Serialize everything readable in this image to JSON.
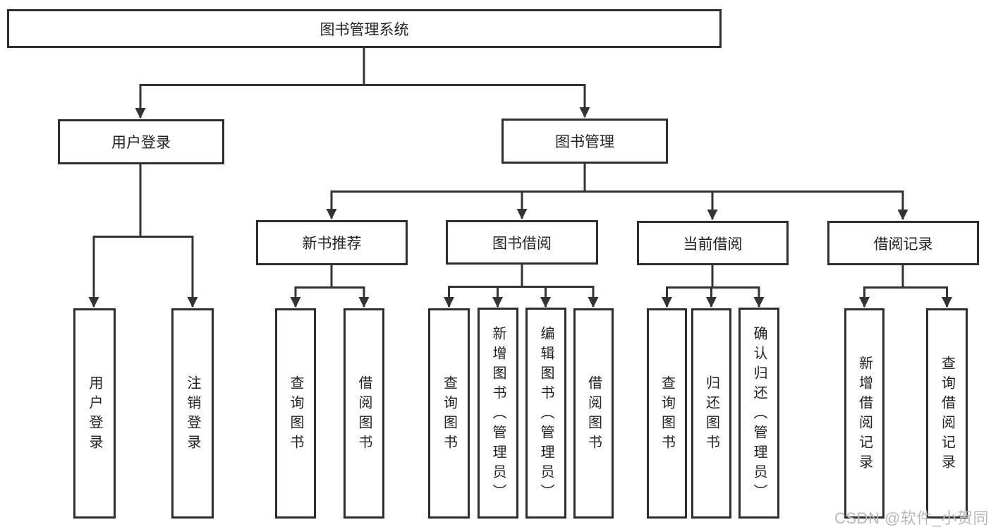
{
  "diagram": {
    "title": "图书管理系统",
    "nodes": {
      "root": {
        "label": "图书管理系统"
      },
      "login": {
        "label": "用户登录"
      },
      "mgmt": {
        "label": "图书管理"
      },
      "newbook": {
        "label": "新书推荐"
      },
      "borrow": {
        "label": "图书借阅"
      },
      "current": {
        "label": "当前借阅"
      },
      "records": {
        "label": "借阅记录"
      },
      "login_user": {
        "label": "用户登录"
      },
      "login_logout": {
        "label": "注销登录"
      },
      "newbook_query": {
        "label": "查询图书"
      },
      "newbook_borrow": {
        "label": "借阅图书"
      },
      "borrow_query": {
        "label": "查询图书"
      },
      "borrow_add": {
        "label": "新增图书（管理员）"
      },
      "borrow_edit": {
        "label": "编辑图书（管理员）"
      },
      "borrow_lend": {
        "label": "借阅图书"
      },
      "current_query": {
        "label": "查询图书"
      },
      "current_return": {
        "label": "归还图书"
      },
      "current_confirm": {
        "label": "确认归还（管理员）"
      },
      "records_add": {
        "label": "新增借阅记录"
      },
      "records_query": {
        "label": "查询借阅记录"
      }
    },
    "colors": {
      "line": "#333333",
      "box_border": "#2e2e2e",
      "text": "#222222",
      "background": "#ffffff",
      "watermark": "#b9b9b9"
    }
  },
  "watermark": {
    "text": "CSDN @软件_小贺同学"
  }
}
